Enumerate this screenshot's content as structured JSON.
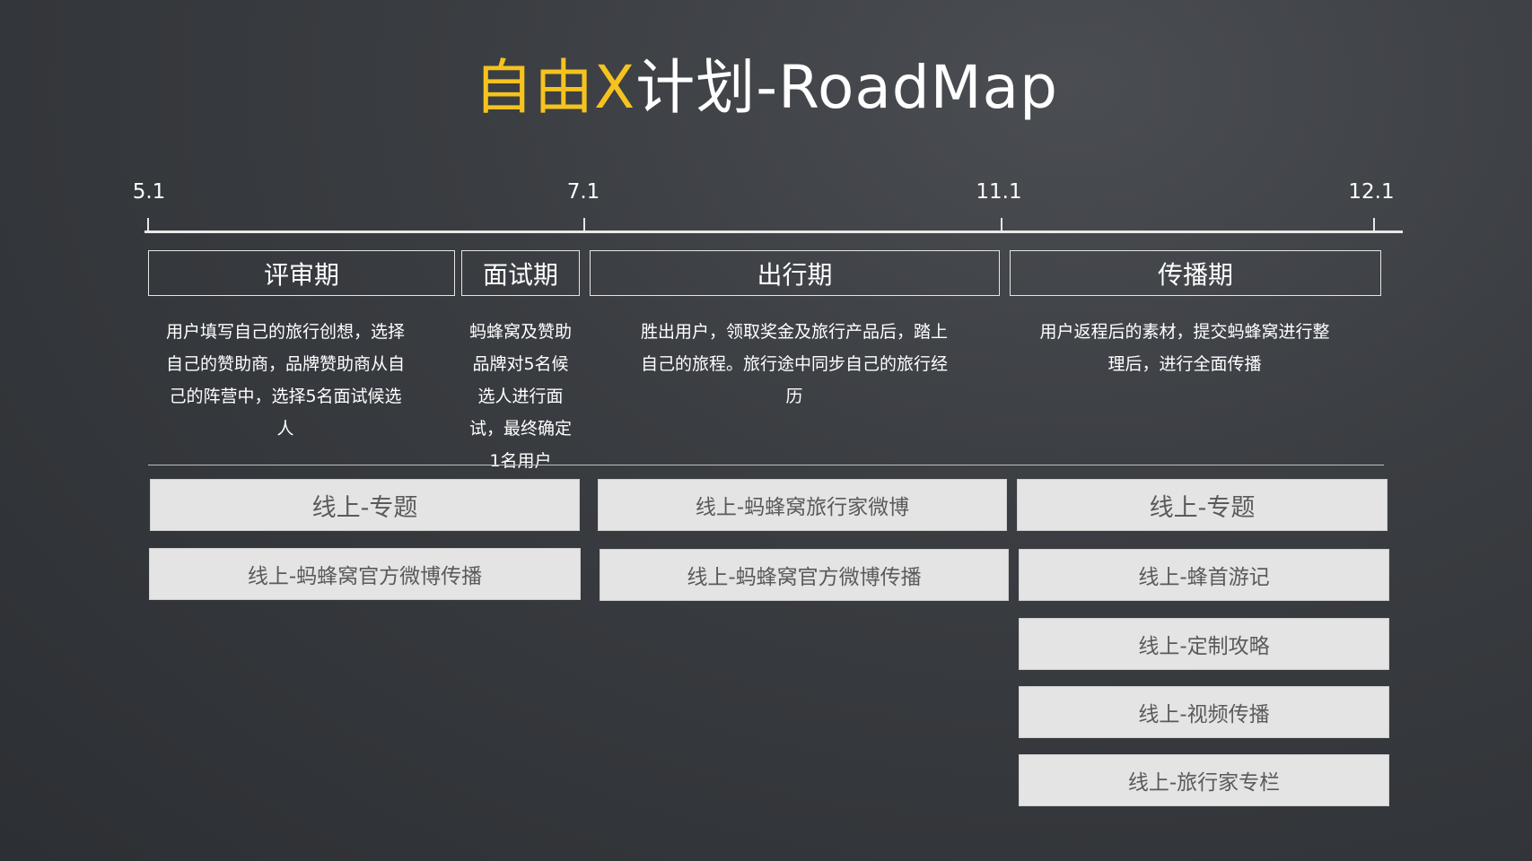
{
  "title": {
    "accent": "自由X",
    "rest": "计划-RoadMap",
    "accent_color": "#f6c21e"
  },
  "timeline": {
    "dates": [
      "5.1",
      "7.1",
      "11.1",
      "12.1"
    ]
  },
  "phases": [
    {
      "label": "评审期",
      "description": "用户填写自己的旅行创想，选择自己的赞助商，品牌赞助商从自己的阵营中，选择5名面试候选人"
    },
    {
      "label": "面试期",
      "description": "蚂蜂窝及赞助品牌对5名候选人进行面试，最终确定1名用户"
    },
    {
      "label": "出行期",
      "description": "胜出用户，领取奖金及旅行产品后，踏上自己的旅程。旅行途中同步自己的旅行经历"
    },
    {
      "label": "传播期",
      "description": "用户返程后的素材，提交蚂蜂窝进行整理后，进行全面传播"
    }
  ],
  "channels": {
    "col1": [
      "线上-专题",
      "线上-蚂蜂窝官方微博传播"
    ],
    "col2": [
      "线上-蚂蜂窝旅行家微博",
      "线上-蚂蜂窝官方微博传播"
    ],
    "col3": [
      "线上-专题",
      "线上-蜂首游记",
      "线上-定制攻略",
      "线上-视频传播",
      "线上-旅行家专栏"
    ]
  }
}
